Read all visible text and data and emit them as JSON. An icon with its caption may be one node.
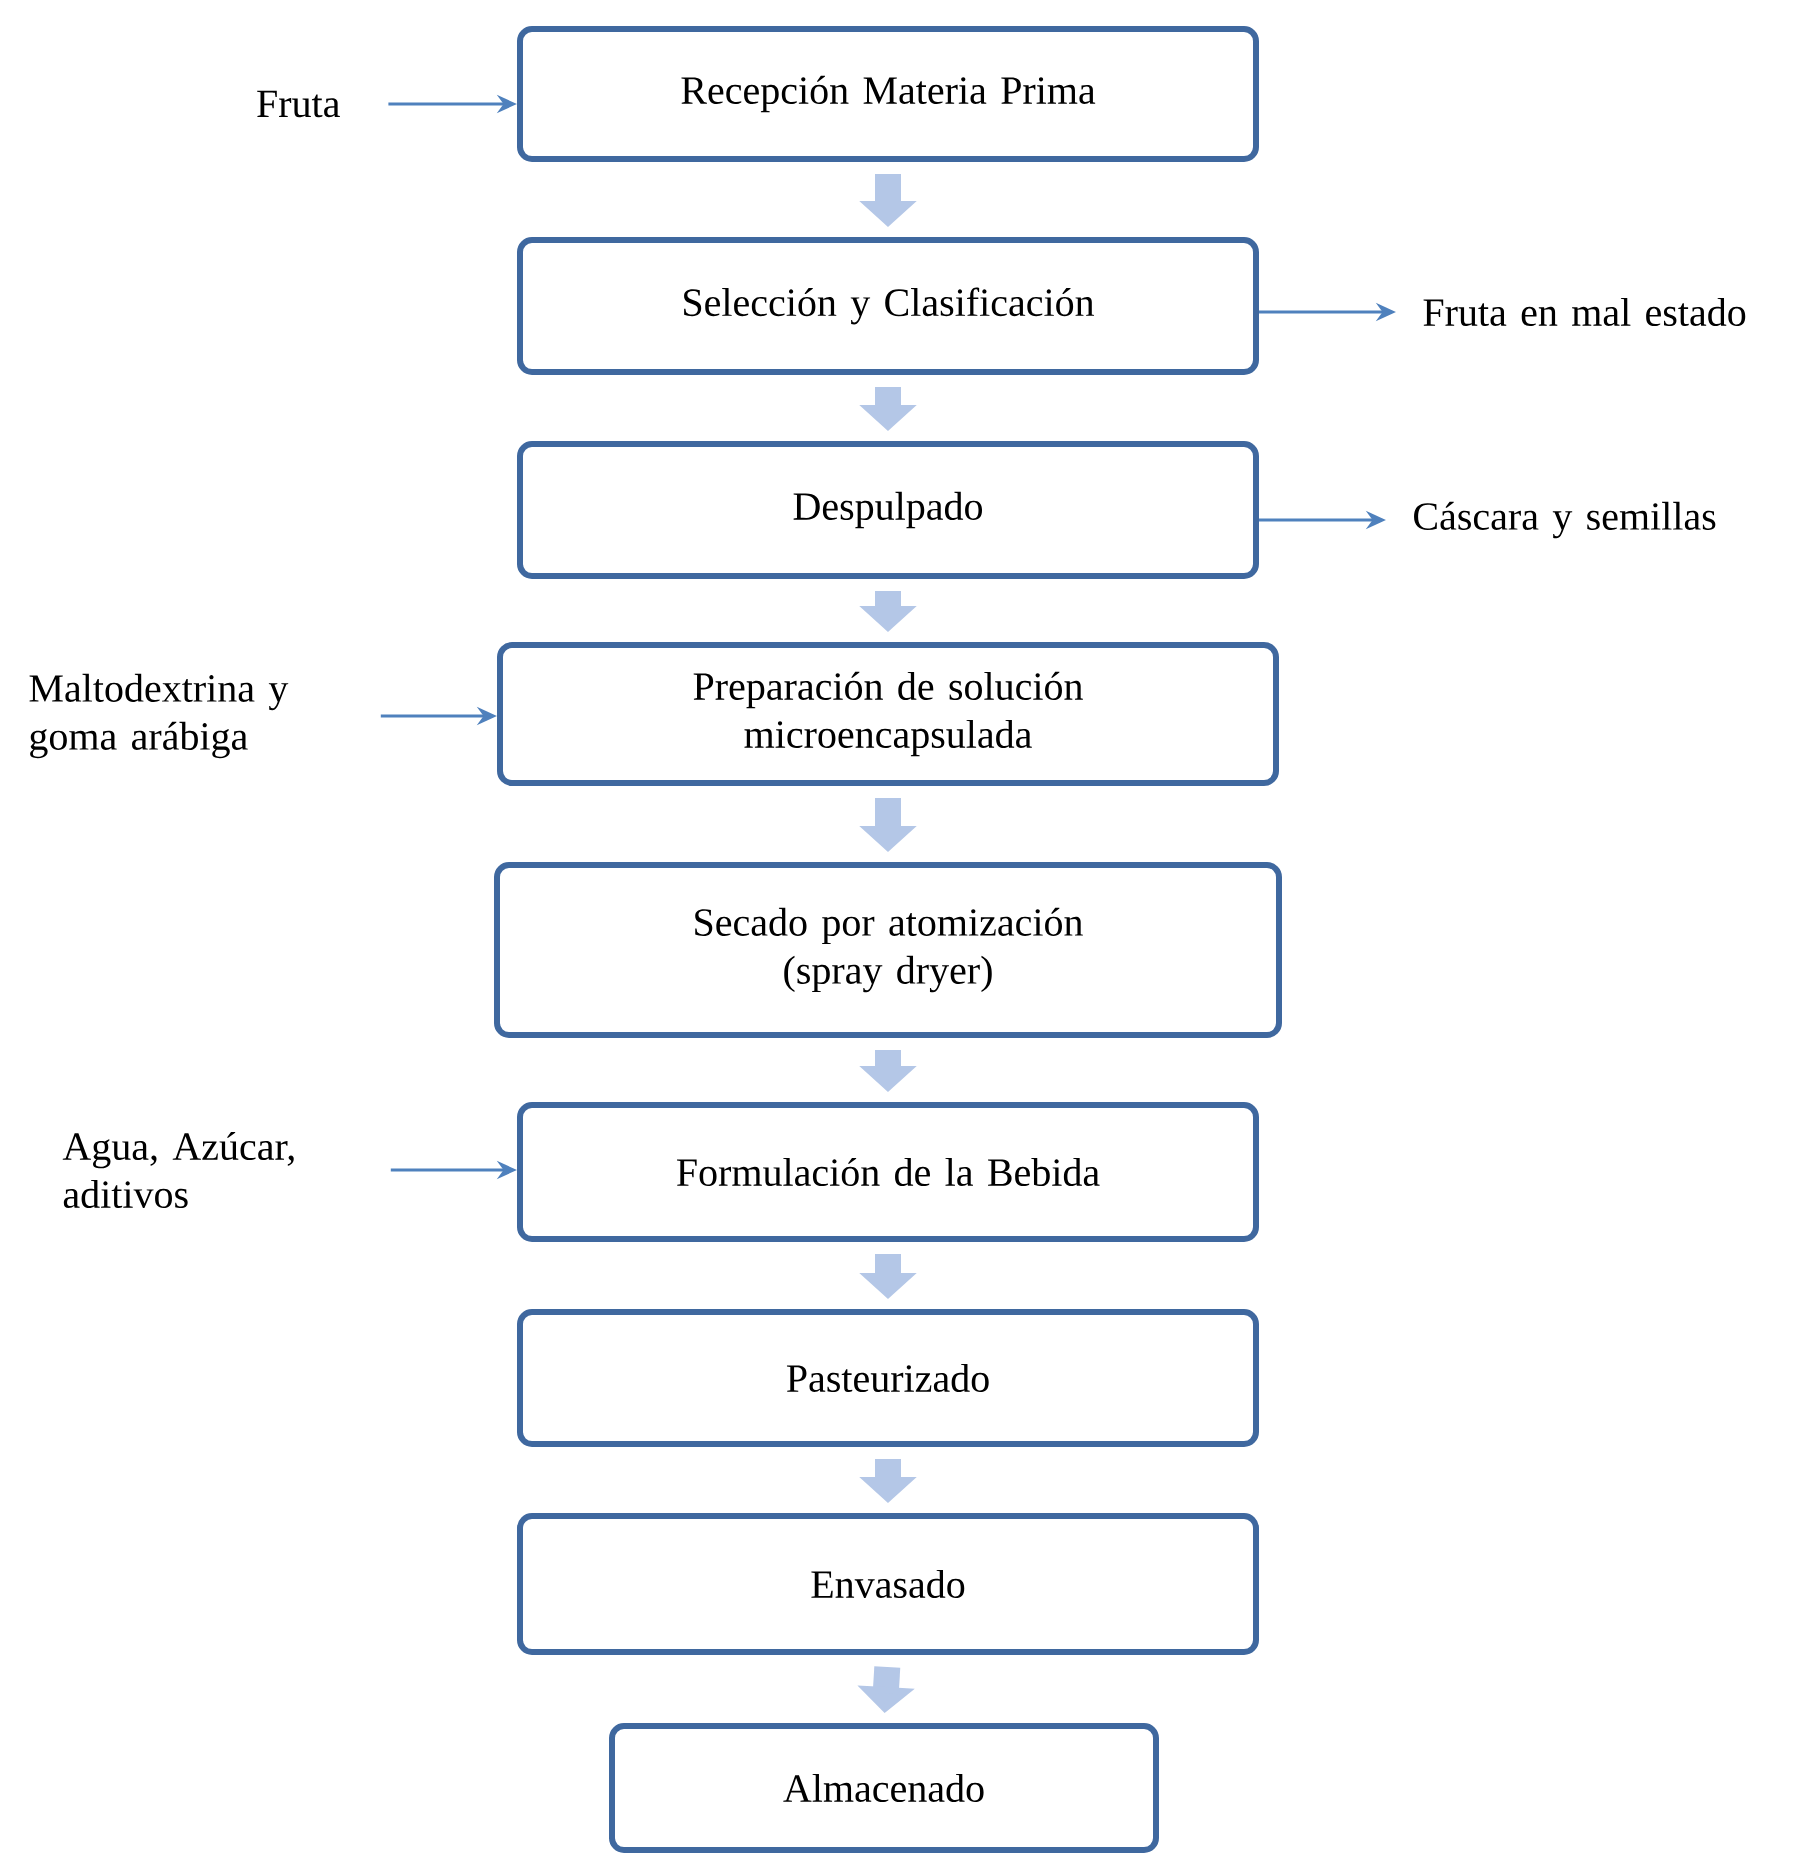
{
  "diagram": {
    "nodes": [
      {
        "text": [
          "Recepción Materia Prima"
        ]
      },
      {
        "text": [
          "Selección y Clasificación"
        ]
      },
      {
        "text": [
          "Despulpado"
        ]
      },
      {
        "text": [
          "Preparación de solución microencapsulada"
        ]
      },
      {
        "text": [
          "Secado por atomización (spray dryer)"
        ]
      },
      {
        "text": [
          "Formulación de la Bebida"
        ]
      },
      {
        "text": [
          "Pasteurizado"
        ]
      },
      {
        "text": [
          "Envasado"
        ]
      },
      {
        "text": [
          "Almacenado"
        ]
      },
      {
        "text": [
          "Fruta"
        ]
      },
      {
        "text": [
          "Fruta en mal estado"
        ]
      },
      {
        "text": [
          "Cáscara y semillas"
        ]
      },
      {
        "text": [
          "Maltodextrina y goma arábiga"
        ]
      },
      {
        "text": [
          "Agua, Azúcar, aditivos"
        ]
      }
    ],
    "edges": [
      {
        "from": 0,
        "to": 1,
        "arrow": "to"
      },
      {
        "from": 1,
        "to": 2,
        "arrow": "to"
      },
      {
        "from": 2,
        "to": 3,
        "arrow": "to"
      },
      {
        "from": 3,
        "to": 4,
        "arrow": "to"
      },
      {
        "from": 4,
        "to": 5,
        "arrow": "to"
      },
      {
        "from": 5,
        "to": 6,
        "arrow": "to"
      },
      {
        "from": 6,
        "to": 7,
        "arrow": "to"
      },
      {
        "from": 7,
        "to": 8,
        "arrow": "to"
      },
      {
        "from": 9,
        "to": 0,
        "arrow": "to",
        "color": "#4f81bd"
      },
      {
        "from": 1,
        "to": 10,
        "arrow": "to",
        "color": "#4f81bd"
      },
      {
        "from": 2,
        "to": 11,
        "arrow": "to",
        "color": "#4f81bd"
      },
      {
        "from": 12,
        "to": 3,
        "arrow": "to",
        "color": "#4f81bd"
      },
      {
        "from": 13,
        "to": 5,
        "arrow": "to",
        "color": "#4f81bd"
      }
    ]
  }
}
